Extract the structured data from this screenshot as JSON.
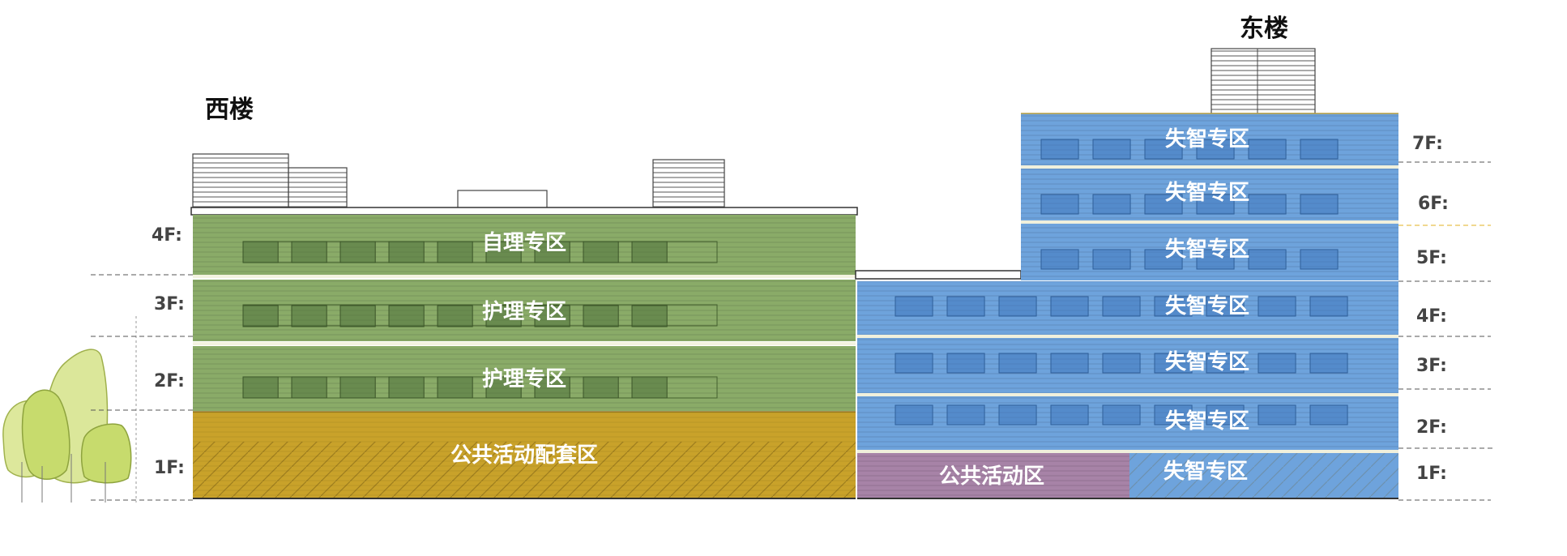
{
  "buildings": {
    "west": {
      "title": "西楼"
    },
    "east": {
      "title": "东楼"
    }
  },
  "west_zones": {
    "f4": "自理专区",
    "f3": "护理专区",
    "f2": "护理专区",
    "f1": "公共活动配套区"
  },
  "east_zones": {
    "f7": "失智专区",
    "f6": "失智专区",
    "f5": "失智专区",
    "f4": "失智专区",
    "f3": "失智专区",
    "f2": "失智专区",
    "f1_public": "公共活动区",
    "f1": "失智专区"
  },
  "west_floors": {
    "f4": "4F:",
    "f3": "3F:",
    "f2": "2F:",
    "f1": "1F:"
  },
  "east_floors": {
    "f7": "7F:",
    "f6": "6F:",
    "f5": "5F:",
    "f4": "4F:",
    "f3": "3F:",
    "f2": "2F:",
    "f1": "1F:"
  },
  "colors": {
    "green_zone": "#8aab68",
    "gold_zone": "#c9a22a",
    "blue_zone": "#6ea3dc",
    "purple_zone": "#a783a7",
    "tree_light": "#dbe79a",
    "tree_mid": "#c7db6d"
  }
}
